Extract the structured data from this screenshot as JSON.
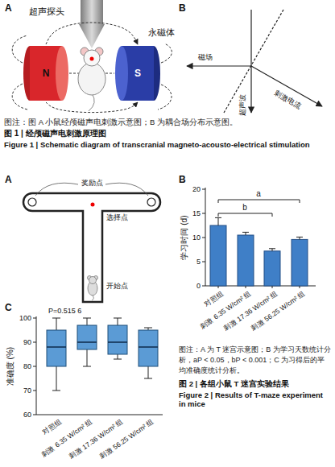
{
  "diagram": {
    "nodes": [
      {
        "text": [
          "N"
        ]
      },
      {
        "text": [
          "S"
        ]
      }
    ],
    "edges": [
      {
        "from": 0,
        "to": 1,
        "arrow": "to"
      },
      {
        "from": 0,
        "to": 1,
        "arrow": "to"
      }
    ],
    "labels": [
      "A",
      "超声探头",
      "永磁体",
      "B",
      "磁场",
      "超声波",
      "刺激电流",
      "图注：图 A 小鼠经颅磁声电刺激示意图；B 为耦合场分布示意图。",
      "图 1 | 经颅磁声电刺激原理图",
      "Figure 1 | Schematic diagram of transcranial magneto-acousto-electrical stimulation",
      "A",
      "奖励点",
      "选择点",
      "开始点",
      "B",
      "a",
      "b",
      "20",
      "15",
      "10",
      "5",
      "0",
      "学习时间 (d)",
      "对照组",
      "刺激 6.35 W/cm² 组",
      "刺激 17.36 W/cm² 组",
      "刺激 56.25 W/cm² 组",
      "C",
      "P=0.515 6",
      "100",
      "90",
      "80",
      "70",
      "60",
      "准确度 (%)",
      "对照组",
      "刺激 6.35 W/cm² 组",
      "刺激 17.36 W/cm² 组",
      "刺激 56.25 W/cm² 组",
      "图注：A 为 T 迷宫示意图；B 为学习天数统计分析，aP < 0.05，bP < 0.001；C 为习得后的平均准确度统计分析。",
      "图 2 | 各组小鼠 T 迷宫实验结果",
      "Figure 2 | Results of T-maze experiment in mice"
    ]
  }
}
